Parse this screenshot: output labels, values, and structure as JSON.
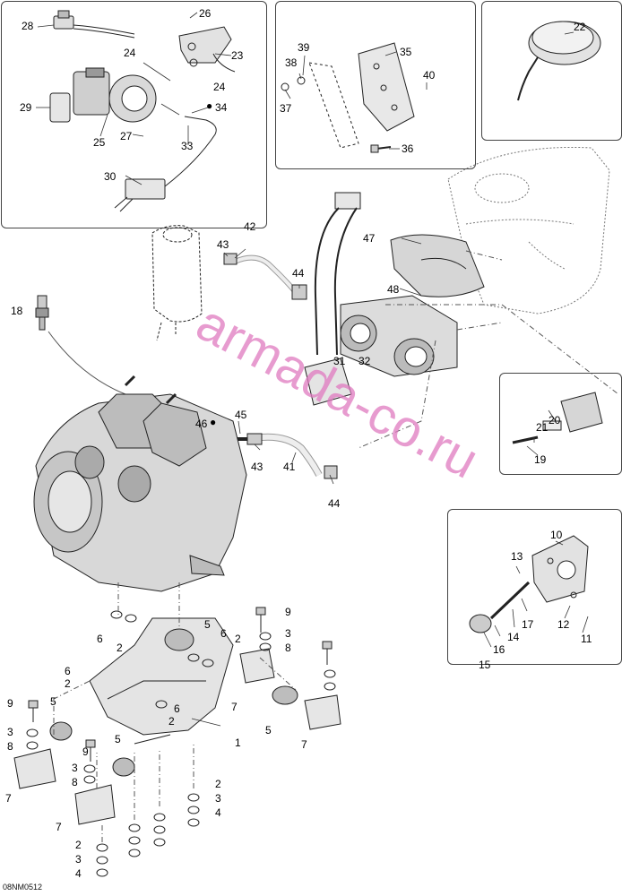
{
  "drawing_code": "08NM0512",
  "watermark": "armada-co.ru",
  "callouts": {
    "c1": "1",
    "c2a": "2",
    "c2b": "2",
    "c2c": "2",
    "c2d": "2",
    "c2e": "2",
    "c2f": "2",
    "c3a": "3",
    "c3b": "3",
    "c3c": "3",
    "c3d": "3",
    "c3e": "3",
    "c4a": "4",
    "c4b": "4",
    "c5a": "5",
    "c5b": "5",
    "c5c": "5",
    "c5d": "5",
    "c6a": "6",
    "c6b": "6",
    "c6c": "6",
    "c6d": "6",
    "c7a": "7",
    "c7b": "7",
    "c7c": "7",
    "c7d": "7",
    "c8a": "8",
    "c8b": "8",
    "c9a": "9",
    "c9b": "9",
    "c10": "10",
    "c11": "11",
    "c12": "12",
    "c13": "13",
    "c14": "14",
    "c15": "15",
    "c16": "16",
    "c17": "17",
    "c18": "18",
    "c19": "19",
    "c20": "20",
    "c21": "21",
    "c22": "22",
    "c23": "23",
    "c24a": "24",
    "c24b": "24",
    "c25": "25",
    "c26": "26",
    "c27": "27",
    "c28": "28",
    "c29": "29",
    "c30": "30",
    "c31": "31",
    "c32": "32",
    "c33": "33",
    "c34": "34",
    "c35": "35",
    "c36": "36",
    "c37": "37",
    "c38": "38",
    "c39": "39",
    "c40": "40",
    "c41": "41",
    "c42": "42",
    "c43a": "43",
    "c43b": "43",
    "c44a": "44",
    "c44b": "44",
    "c45": "45",
    "c46": "46",
    "c47": "47",
    "c48": "48"
  }
}
